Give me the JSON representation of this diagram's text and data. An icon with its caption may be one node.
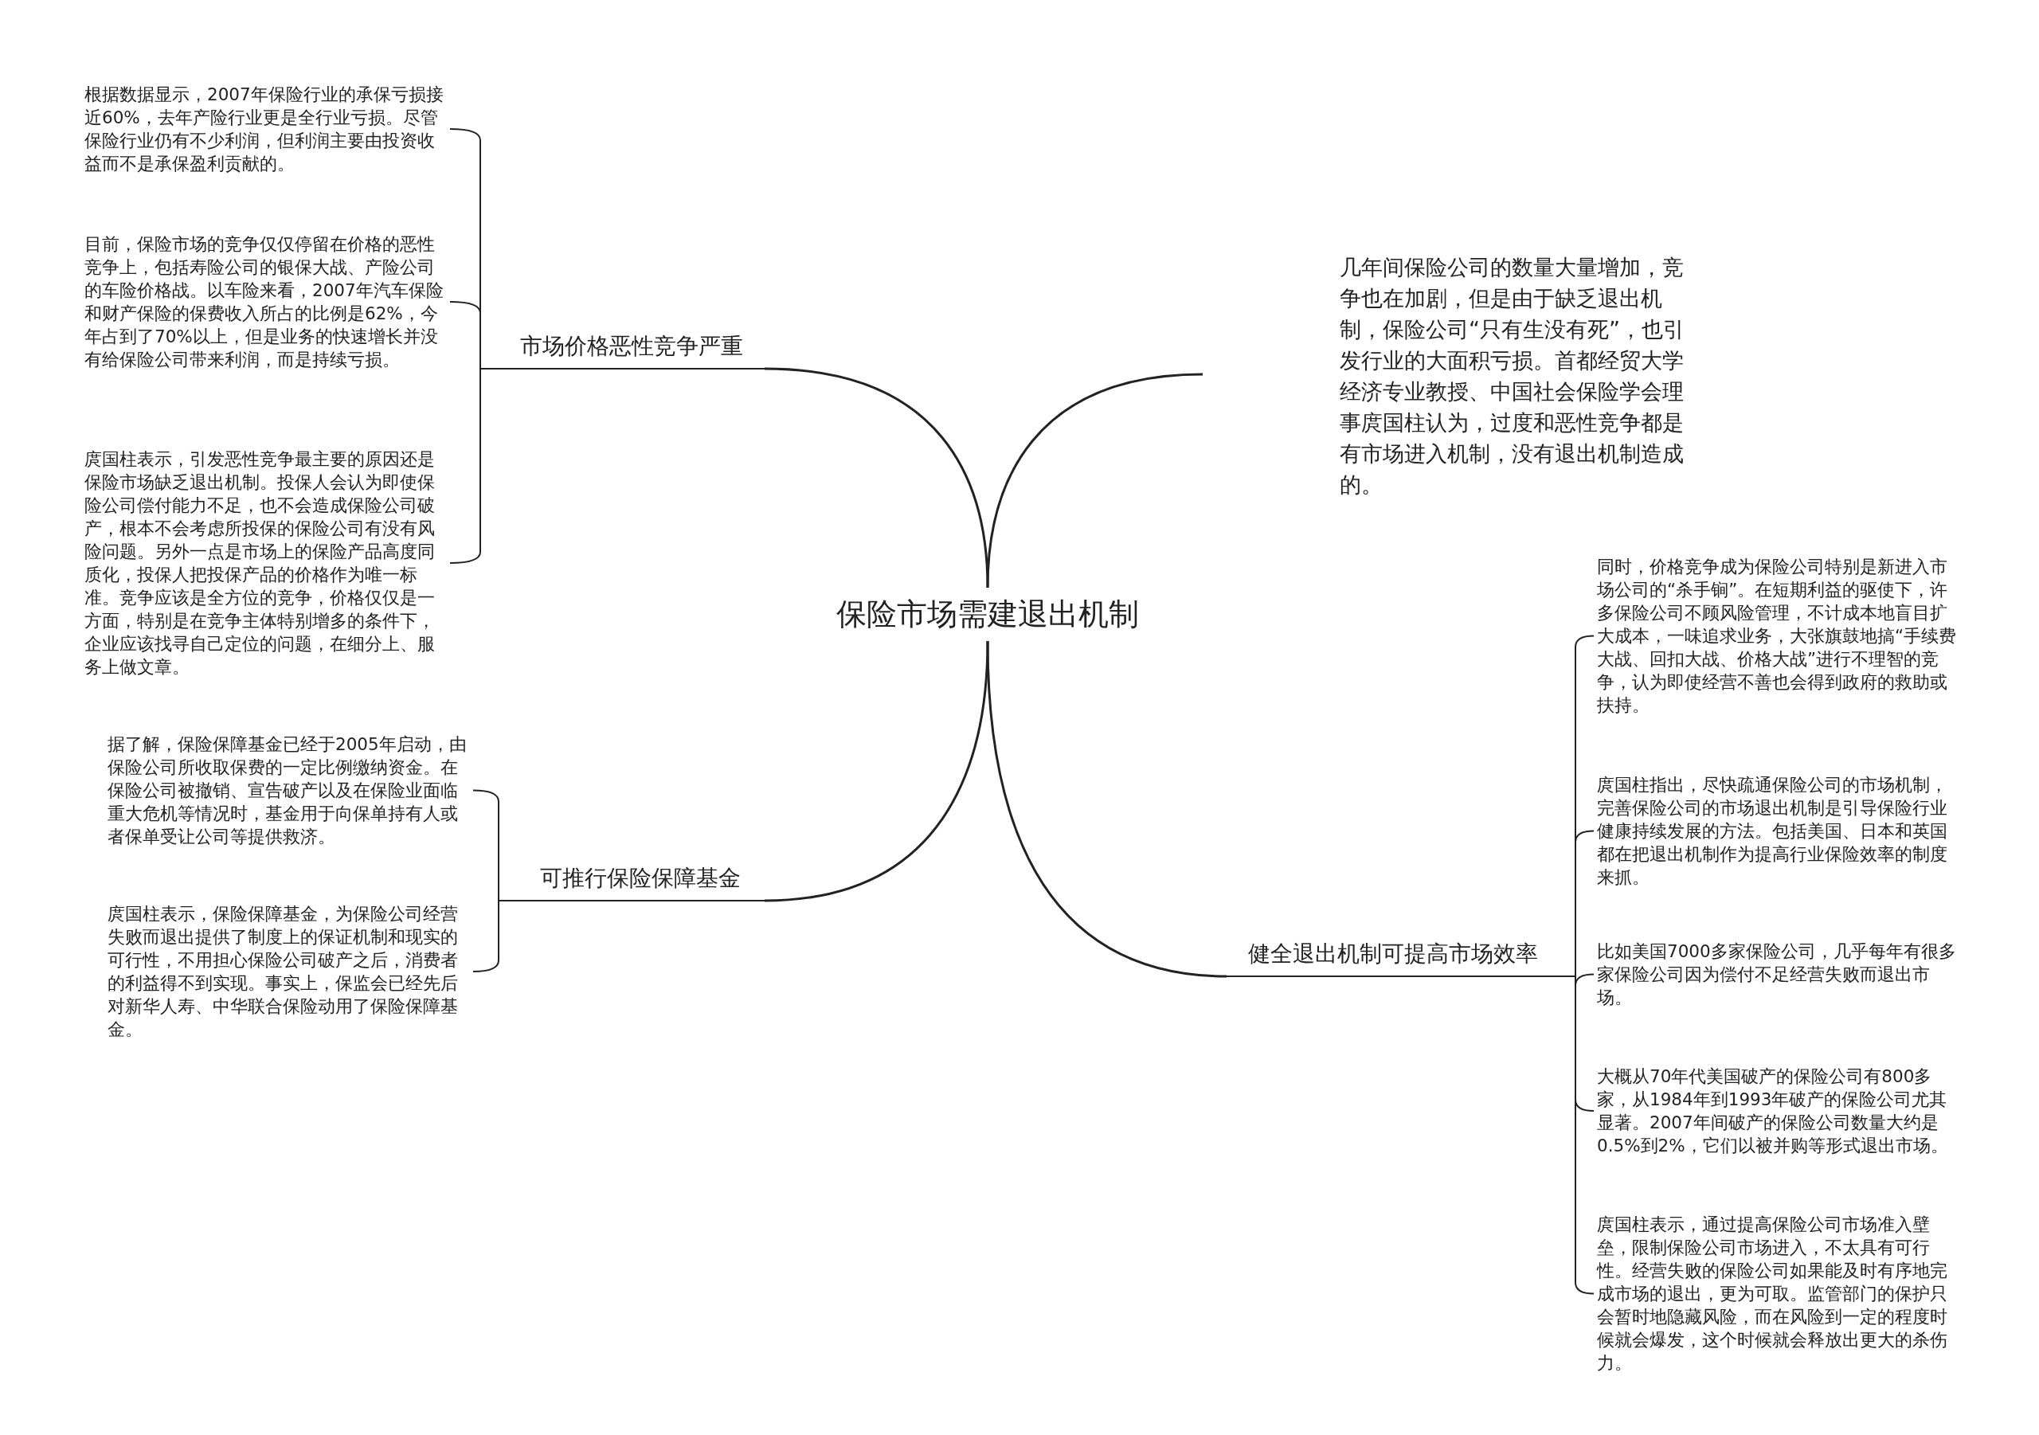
{
  "diagram": {
    "nodes": [
      {
        "text": [
          "保险市场需建退出机制"
        ]
      },
      {
        "text": [
          "市场价格恶性竞争严重"
        ]
      },
      {
        "text": [
          "根据数据显示，2007年保险行业的承保亏损接近60%，去年产险行业更是全行业亏损。尽管保险行业仍有不少利润，但利润主要由投资收益而不是承保盈利贡献的。"
        ]
      },
      {
        "text": [
          "目前，保险市场的竞争仅仅停留在价格的恶性竞争上，包括寿险公司的银保大战、产险公司的车险价格战。以车险来看，2007年汽车保险和财产保险的保费收入所占的比例是62%，今年占到了70%以上，但是业务的快速增长并没有给保险公司带来利润，而是持续亏损。"
        ]
      },
      {
        "text": [
          "庹国柱表示，引发恶性竞争最主要的原因还是保险市场缺乏退出机制。投保人会认为即使保险公司偿付能力不足，也不会造成保险公司破产，根本不会考虑所投保的保险公司有没有风险问题。另外一点是市场上的保险产品高度同质化，投保人把投保产品的价格作为唯一标准。竞争应该是全方位的竞争，价格仅仅是一方面，特别是在竞争主体特别增多的条件下，企业应该找寻自己定位的问题，在细分上、服务上做文章。"
        ]
      },
      {
        "text": [
          "可推行保险保障基金"
        ]
      },
      {
        "text": [
          "据了解，保险保障基金已经于2005年启动，由保险公司所收取保费的一定比例缴纳资金。在保险公司被撤销、宣告破产以及在保险业面临重大危机等情况时，基金用于向保单持有人或者保单受让公司等提供救济。"
        ]
      },
      {
        "text": [
          "庹国柱表示，保险保障基金，为保险公司经营失败而退出提供了制度上的保证机制和现实的可行性，不用担心保险公司破产之后，消费者的利益得不到实现。事实上，保监会已经先后对新华人寿、中华联合保险动用了保险保障基金。"
        ]
      },
      {
        "text": [
          "几年间保险公司的数量大量增加，竞争也在加剧，但是由于缺乏退出机制，保险公司“只有生没有死”，也引发行业的大面积亏损。首都经贸大学经济专业教授、中国社会保险学会理事庹国柱认为，过度和恶性竞争都是有市场进入机制，没有退出机制造成的。"
        ]
      },
      {
        "text": [
          "健全退出机制可提高市场效率"
        ]
      },
      {
        "text": [
          "同时，价格竞争成为保险公司特别是新进入市场公司的“杀手锏”。在短期利益的驱使下，许多保险公司不顾风险管理，不计成本地盲目扩大成本，一味追求业务，大张旗鼓地搞“手续费大战、回扣大战、价格大战”进行不理智的竞争，认为即使经营不善也会得到政府的救助或扶持。"
        ]
      },
      {
        "text": [
          "庹国柱指出，尽快疏通保险公司的市场机制，完善保险公司的市场退出机制是引导保险行业健康持续发展的方法。包括美国、日本和英国都在把退出机制作为提高行业保险效率的制度来抓。"
        ]
      },
      {
        "text": [
          "比如美国7000多家保险公司，几乎每年有很多家保险公司因为偿付不足经营失败而退出市场。"
        ]
      },
      {
        "text": [
          "大概从70年代美国破产的保险公司有800多家，从1984年到1993年破产的保险公司尤其显著。2007年间破产的保险公司数量大约是0.5%到2%，它们以被并购等形式退出市场。"
        ]
      },
      {
        "text": [
          "庹国柱表示，通过提高保险公司市场准入壁垒，限制保险公司市场进入，不太具有可行性。经营失败的保险公司如果能及时有序地完成市场的退出，更为可取。监管部门的保护只会暂时地隐藏风险，而在风险到一定的程度时候就会爆发，这个时候就会释放出更大的杀伤力。"
        ]
      }
    ],
    "edges": [
      {
        "from": 0,
        "to": 1,
        "arrow": "none"
      },
      {
        "from": 1,
        "to": 2,
        "arrow": "none"
      },
      {
        "from": 1,
        "to": 3,
        "arrow": "none"
      },
      {
        "from": 1,
        "to": 4,
        "arrow": "none"
      },
      {
        "from": 0,
        "to": 5,
        "arrow": "none"
      },
      {
        "from": 5,
        "to": 6,
        "arrow": "none"
      },
      {
        "from": 5,
        "to": 7,
        "arrow": "none"
      },
      {
        "from": 0,
        "to": 8,
        "arrow": "none"
      },
      {
        "from": 0,
        "to": 9,
        "arrow": "none"
      },
      {
        "from": 9,
        "to": 10,
        "arrow": "none"
      },
      {
        "from": 9,
        "to": 11,
        "arrow": "none"
      },
      {
        "from": 9,
        "to": 12,
        "arrow": "none"
      },
      {
        "from": 9,
        "to": 13,
        "arrow": "none"
      },
      {
        "from": 9,
        "to": 14,
        "arrow": "none"
      }
    ]
  }
}
